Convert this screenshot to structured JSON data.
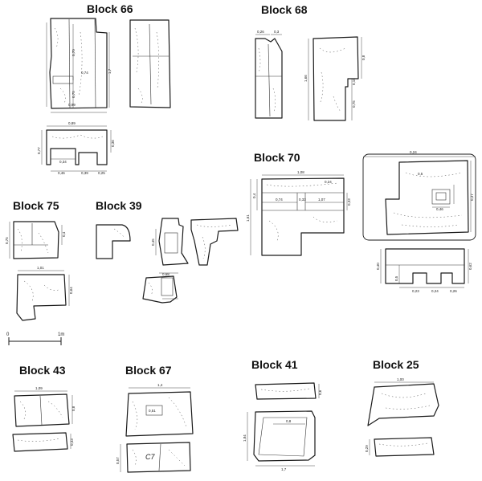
{
  "blocks": {
    "b66": {
      "title": "Block 66",
      "dims": [
        "0,99",
        "0,70",
        "0,74",
        "0,75",
        "1,7",
        "0,89",
        "0,77",
        "0,34",
        "0,46",
        "0,39",
        "0,36",
        "0,25"
      ]
    },
    "b68": {
      "title": "Block 68",
      "dims": [
        "0,26",
        "0,3",
        "1,66",
        "0,8",
        "0,15",
        "0,75"
      ]
    },
    "b70": {
      "title": "Block 70",
      "dims": [
        "1,08",
        "0,24",
        "1,61",
        "0,4",
        "0,74",
        "0,33",
        "1,07",
        "0,33",
        "0,24",
        "0,5",
        "0,37",
        "0,46",
        "0,40",
        "0,62",
        "0,5",
        "0,23",
        "0,24",
        "0,26"
      ]
    },
    "b75": {
      "title": "Block 75",
      "dims": [
        "0,75",
        "0,4",
        "1,01",
        "0,64"
      ]
    },
    "b39": {
      "title": "Block 39",
      "dims": [
        "0,45",
        "0,68"
      ]
    },
    "b43": {
      "title": "Block 43",
      "dims": [
        "1,09",
        "0,8",
        "0,33"
      ]
    },
    "b67": {
      "title": "Block 67",
      "dims": [
        "1,4",
        "0,51",
        "0,57",
        "C7"
      ]
    },
    "b41": {
      "title": "Block 41",
      "dims": [
        "0,6",
        "1,84",
        "0,8",
        "1,7"
      ]
    },
    "b25": {
      "title": "Block 25",
      "dims": [
        "1,00",
        "0,29"
      ]
    }
  },
  "scale": {
    "start": "0",
    "end": "1m"
  }
}
